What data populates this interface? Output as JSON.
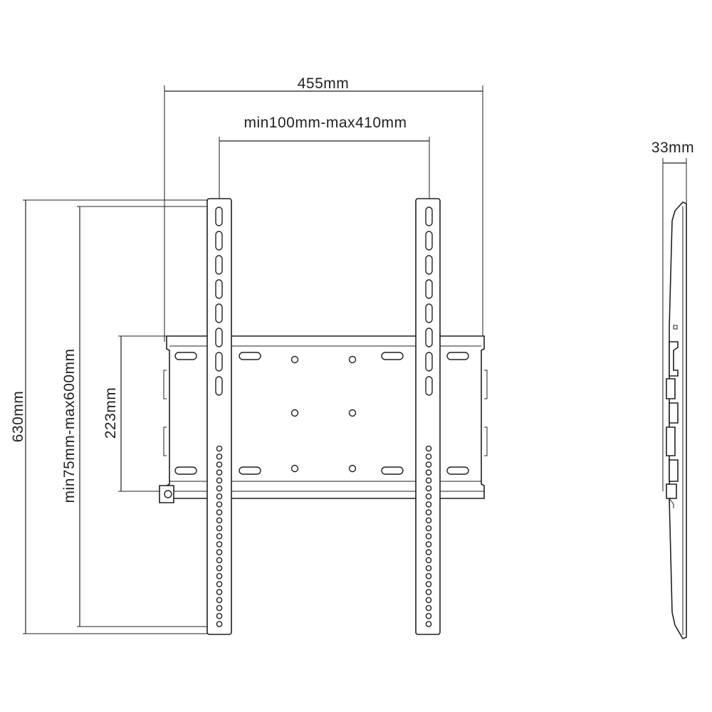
{
  "dimensions": {
    "overall_width": "455mm",
    "vesa_horizontal": "min100mm-max410mm",
    "depth": "33mm",
    "overall_height": "630mm",
    "vesa_vertical": "min75mm-max600mm",
    "plate_height": "223mm"
  }
}
